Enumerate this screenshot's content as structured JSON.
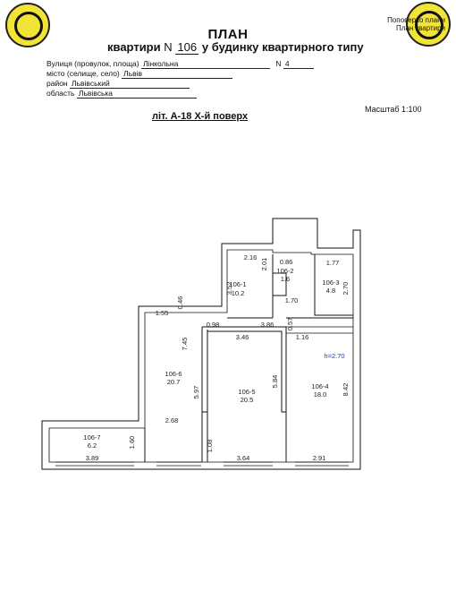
{
  "header": {
    "title": "ПЛАН",
    "subtitle_pre": "квартири",
    "subtitle_n": "N",
    "apartment_number": "106",
    "subtitle_post": "у будинку квартирного типу"
  },
  "address": {
    "street_label": "Вулиця (провулок, площа)",
    "street_value": "Лінкольна",
    "number_label": "N",
    "number_value": "4",
    "city_label": "місто (селище, село)",
    "city_value": "Львів",
    "district_label": "район",
    "district_value": "Львівський",
    "region_label": "область",
    "region_value": "Львівська"
  },
  "corner_text": {
    "line1": "Поповерхо",
    "line2": "План",
    "partial1": "плани",
    "partial2": "квартири"
  },
  "scale": "Масштаб 1:100",
  "floor": "літ. А-18   Х-й поверх",
  "seal_colors": {
    "fill": "#f1e436",
    "ring": "#111111"
  },
  "plan": {
    "rooms": [
      {
        "id": "106-1",
        "area": "10.2"
      },
      {
        "id": "106-2",
        "area": "1.6"
      },
      {
        "id": "106-3",
        "area": "4.8"
      },
      {
        "id": "106-4",
        "area": "18.0"
      },
      {
        "id": "106-5",
        "area": "20.5"
      },
      {
        "id": "106-6",
        "area": "20.7"
      },
      {
        "id": "106-7",
        "area": "6.2"
      }
    ],
    "height_label": "h=2.70",
    "dimensions": [
      "2.16",
      "0.86",
      "2.01",
      "1.77",
      "3.52",
      "2.70",
      "1.70",
      "0.46",
      "1.55",
      "0.98",
      "3.86",
      "0.57",
      "3.46",
      "1.16",
      "7.45",
      "5.84",
      "5.97",
      "8.42",
      "2.68",
      "1.60",
      "1.08",
      "3.89",
      "3.64",
      "2.91"
    ]
  }
}
